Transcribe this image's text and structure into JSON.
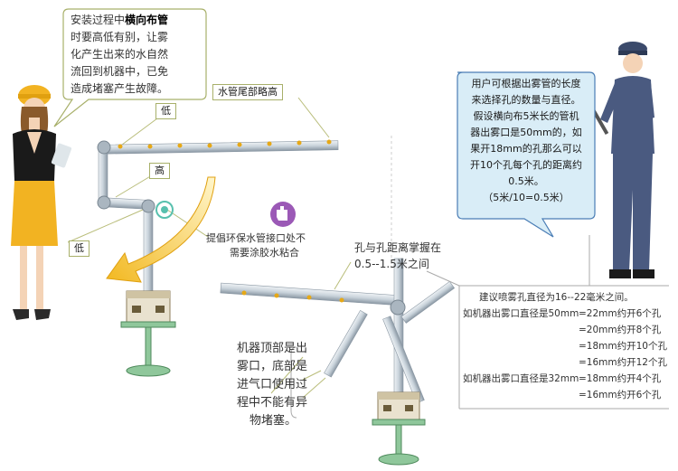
{
  "tips": {
    "install_prefix": "安装过程中",
    "install_bold": "横向布管",
    "install_rest": [
      "时要高低有别，让雾",
      "化产生出来的水自然",
      "流回到机器中，已免",
      "造成堵塞产生故障。"
    ],
    "user_tip": [
      "用户可根据出雾管的长度",
      "来选择孔的数量与直径。",
      "假设横向布5米长的管机",
      "器出雾口是50mm的，如",
      "果开18mm的孔那么可以",
      "开10个孔每个孔的距离约",
      "0.5米。",
      "（5米/10=0.5米）"
    ]
  },
  "labels": {
    "tail_high": "水管尾部略高",
    "low_top": "低",
    "high": "高",
    "low_bottom": "低",
    "glue_line1": "提倡环保水管接口处不",
    "glue_line2": "需要涂胶水粘合",
    "spacing_line1": "孔与孔距离掌握在",
    "spacing_line2": "0.5--1.5米之间"
  },
  "machine_note": [
    "机器顶部是出",
    "雾口，底部是",
    "进气口使用过",
    "程中不能有异",
    "物堵塞。"
  ],
  "spec_table": {
    "header": "建议喷雾孔直径为16--22毫米之间。",
    "rows": [
      {
        "left": "如机器出雾口直径是50mm",
        "right": "=22mm约开6个孔"
      },
      {
        "left": "",
        "right": "=20mm约开8个孔"
      },
      {
        "left": "",
        "right": "=18mm约开10个孔"
      },
      {
        "left": "",
        "right": "=16mm约开12个孔"
      },
      {
        "left": "如机器出雾口直径是32mm",
        "right": "=18mm约开4个孔"
      },
      {
        "left": "",
        "right": "=16mm约开6个孔"
      }
    ]
  },
  "colors": {
    "pipe": "#c9d3db",
    "pipe_edge": "#8a97a3",
    "callout_border": "#a8b06a",
    "blue_box_bg": "#d9edf7",
    "blue_box_border": "#4a7db5",
    "arrow_yellow": "#f2c230",
    "base_green": "#8fc79b"
  },
  "icons": [
    "helmet-worker-icon",
    "hand-icon",
    "glue-joint-icon",
    "machine-icon"
  ]
}
